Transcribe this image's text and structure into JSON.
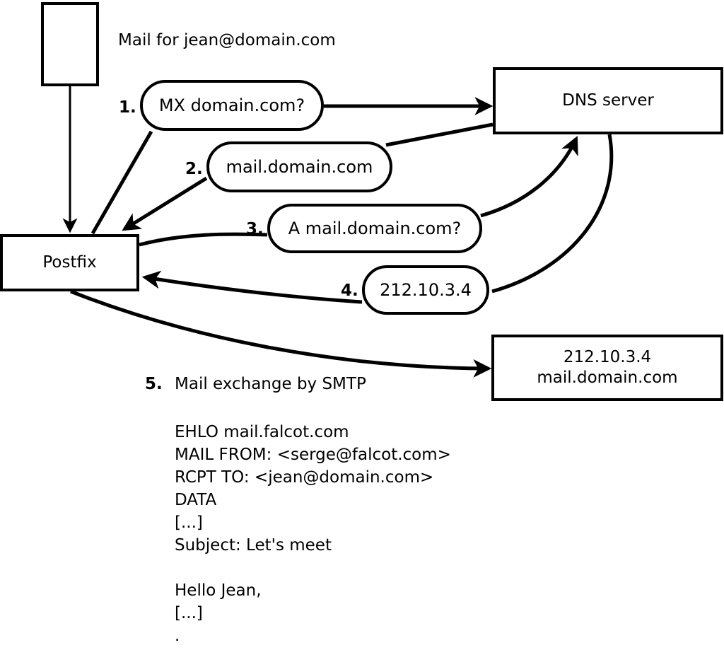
{
  "diagram": {
    "title": "Mail for jean@domain.com",
    "nodes": {
      "sender": {
        "label": ""
      },
      "postfix": {
        "label": "Postfix"
      },
      "dns": {
        "label": "DNS server"
      },
      "target_line1": "212.10.3.4",
      "target_line2": "mail.domain.com"
    },
    "steps": [
      {
        "num": "1.",
        "label": "MX domain.com?"
      },
      {
        "num": "2.",
        "label": "mail.domain.com"
      },
      {
        "num": "3.",
        "label": "A mail.domain.com?"
      },
      {
        "num": "4.",
        "label": "212.10.3.4"
      }
    ],
    "step5": {
      "num": "5.",
      "label": "Mail exchange by SMTP"
    },
    "smtp_transcript": [
      "EHLO mail.falcot.com",
      "MAIL FROM: <serge@falcot.com>",
      "RCPT TO: <jean@domain.com>",
      "DATA",
      "[...]",
      "Subject: Let's meet",
      "",
      "Hello Jean,",
      "[...]",
      "."
    ],
    "colors": {
      "stroke": "#000000",
      "background": "#ffffff",
      "text": "#000000"
    }
  }
}
